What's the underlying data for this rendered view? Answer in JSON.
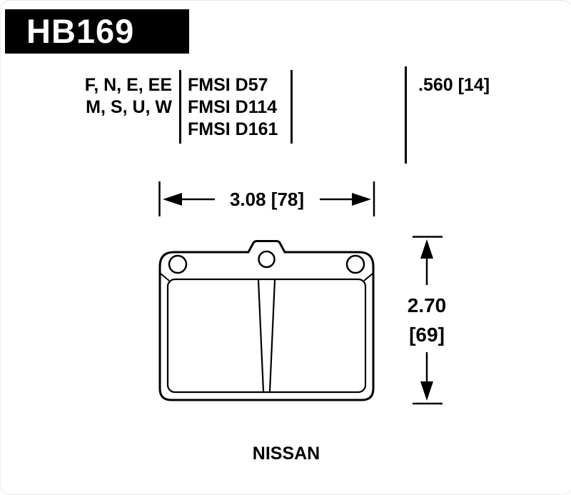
{
  "header": {
    "part_number": "HB169"
  },
  "spec_table": {
    "compound_rows": [
      "F, N, E, EE",
      "M, S, U, W"
    ],
    "fmsi_rows": [
      "FMSI D57",
      "FMSI D114",
      "FMSI D161"
    ],
    "pad_thickness": ".560 [14]"
  },
  "drawing": {
    "width_dim": "3.08 [78]",
    "height_dim_in": "2.70",
    "height_dim_mm": "[69]"
  },
  "footer": {
    "application": "NISSAN"
  },
  "colors": {
    "ink": "#000000",
    "header_bg": "#000000",
    "header_text": "#ffffff",
    "background": "#ffffff"
  }
}
